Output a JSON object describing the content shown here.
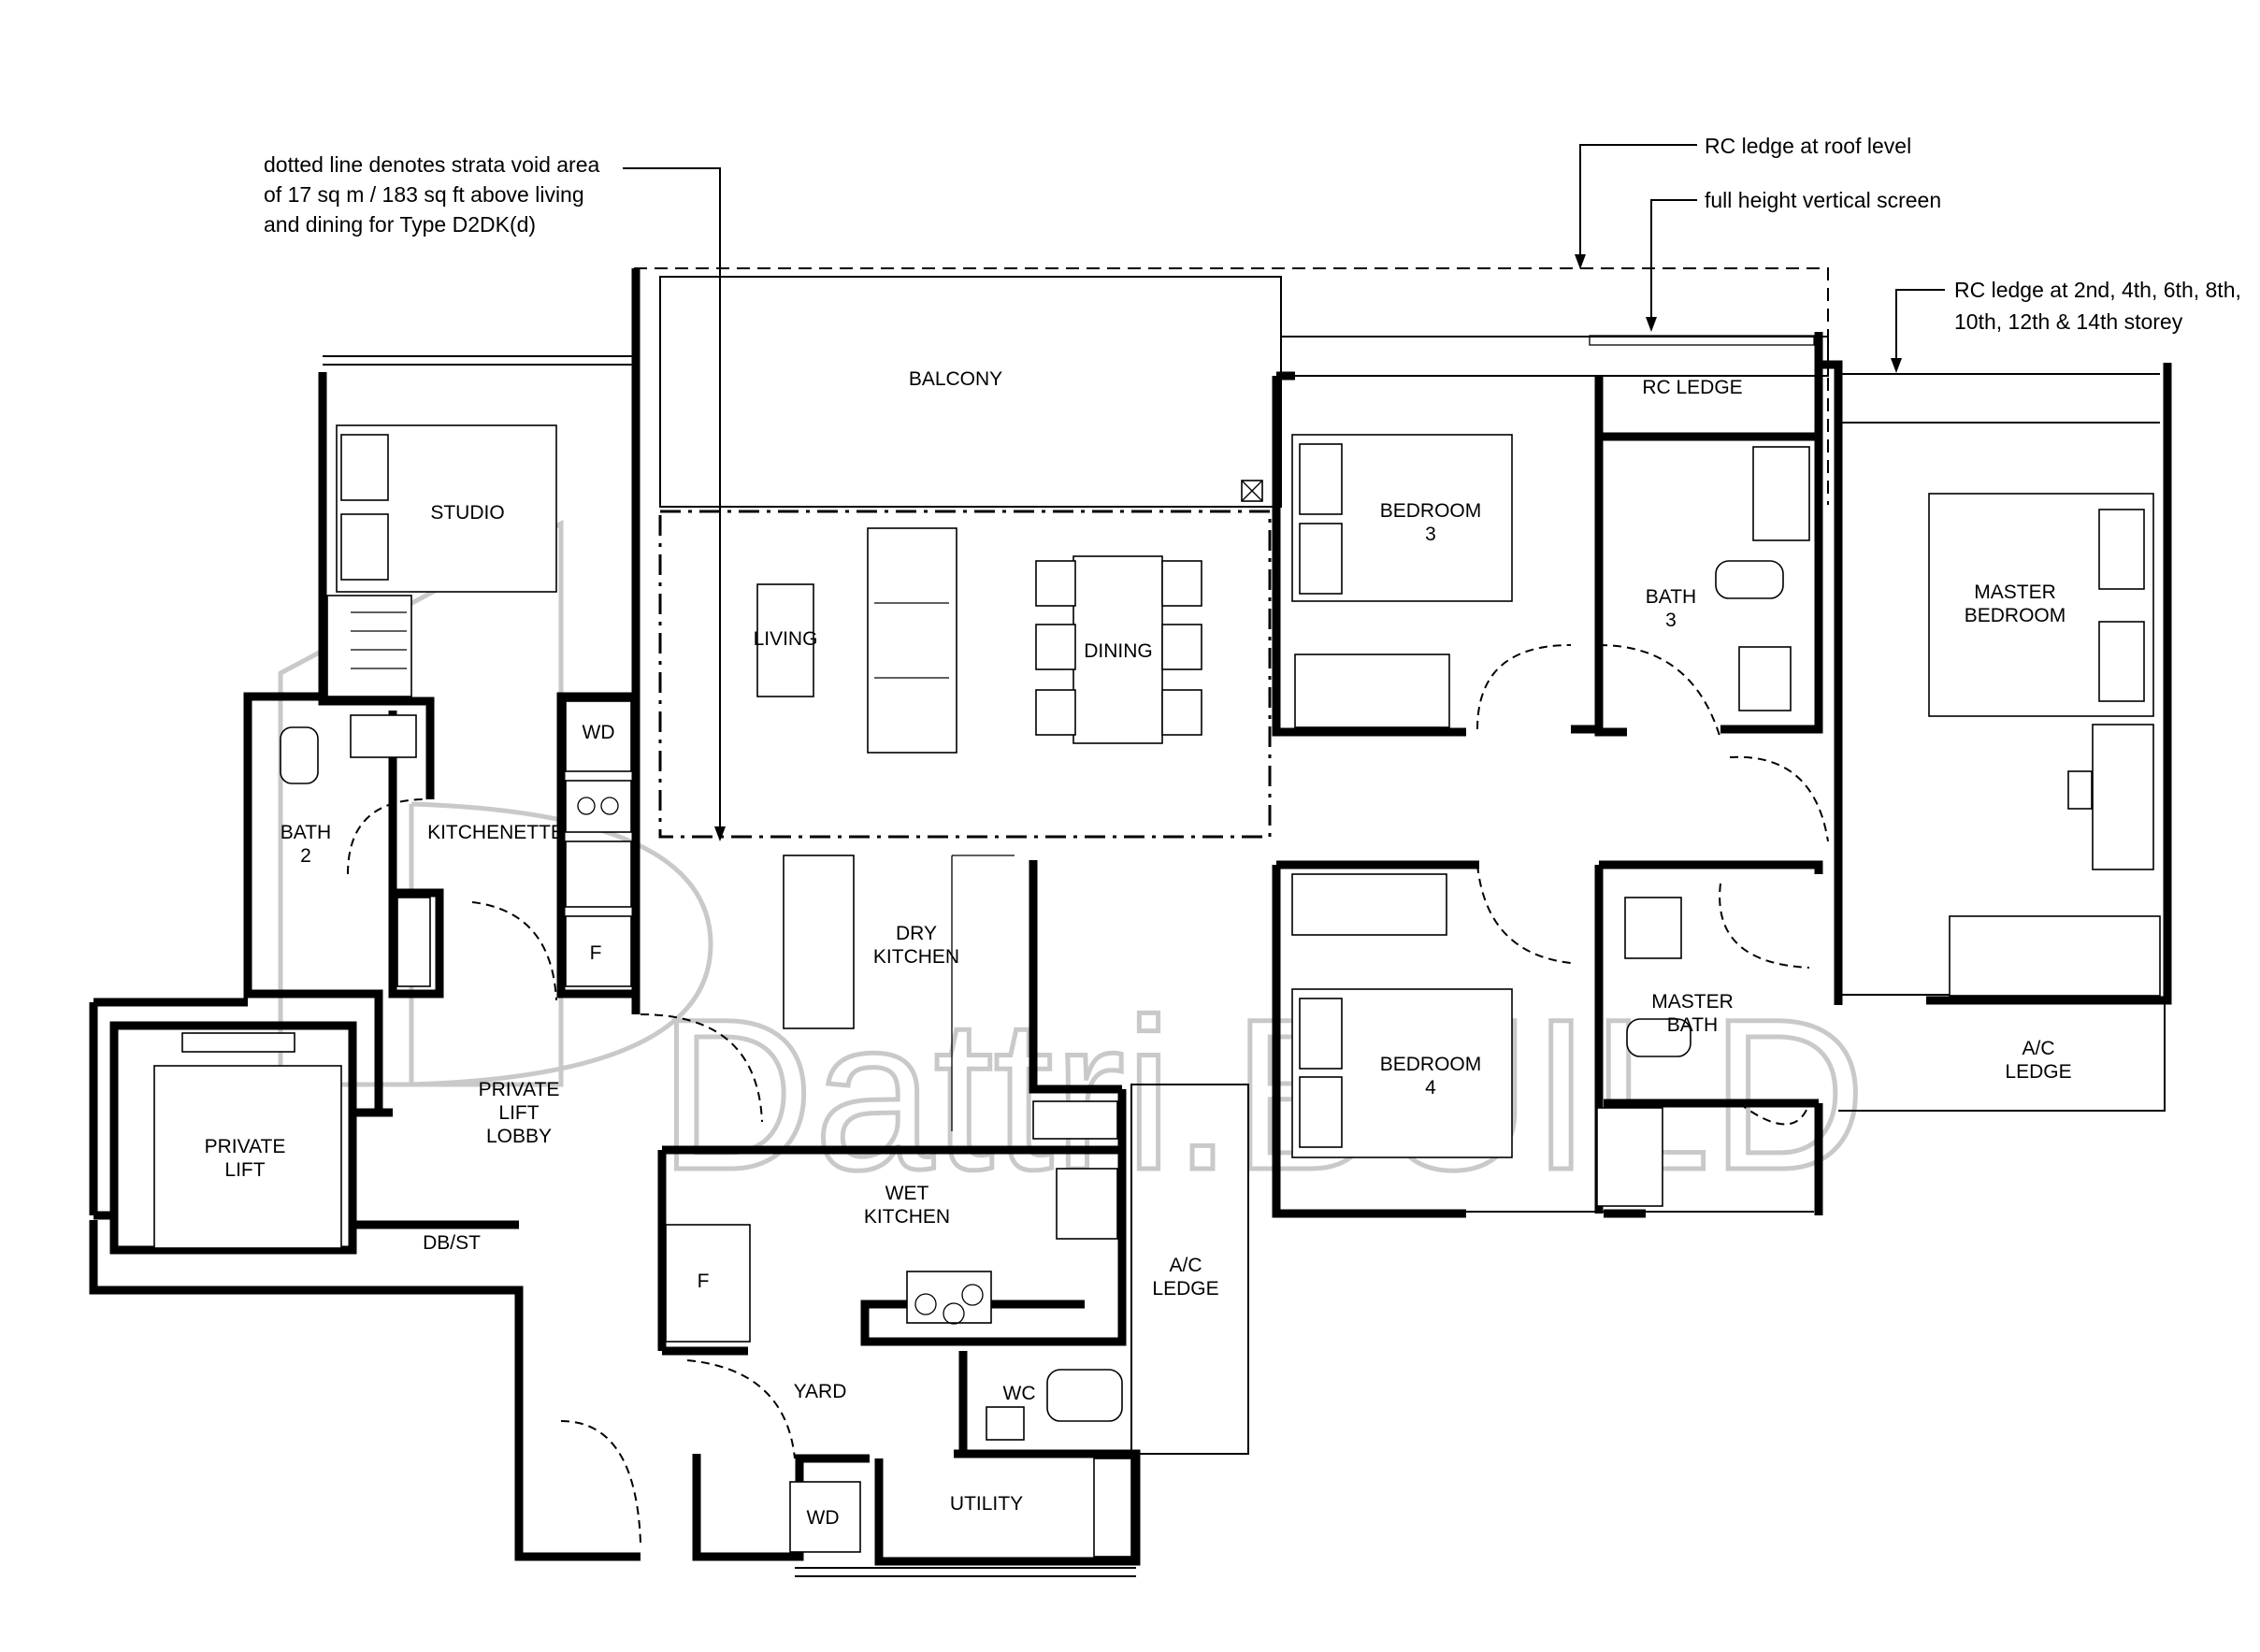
{
  "plan": {
    "rooms": {
      "balcony": "BALCONY",
      "studio": "STUDIO",
      "living": "LIVING",
      "dining": "DINING",
      "bedroom3": [
        "BEDROOM",
        "3"
      ],
      "rc_ledge": "RC LEDGE",
      "bath3": [
        "BATH",
        "3"
      ],
      "master_bedroom": [
        "MASTER",
        "BEDROOM"
      ],
      "bath2": [
        "BATH",
        "2"
      ],
      "kitchenette": "KITCHENETTE",
      "wd": "WD",
      "fridge": "F",
      "dry_kitchen": [
        "DRY",
        "KITCHEN"
      ],
      "bedroom4": [
        "BEDROOM",
        "4"
      ],
      "master_bath": [
        "MASTER",
        "BATH"
      ],
      "ac_ledge": [
        "A/C",
        "LEDGE"
      ],
      "private_lift": [
        "PRIVATE",
        "LIFT"
      ],
      "private_lift_lobby": [
        "PRIVATE",
        "LIFT",
        "LOBBY"
      ],
      "wet_kitchen": [
        "WET",
        "KITCHEN"
      ],
      "db_st": "DB/ST",
      "yard": "YARD",
      "wc": "WC",
      "utility": "UTILITY"
    },
    "notes": {
      "strata_void": [
        "dotted line denotes strata void area",
        "of 17 sq m / 183 sq ft above living",
        "and dining for Type D2DK(d)"
      ],
      "rc_ledge_roof": "RC ledge at roof level",
      "vertical_screen": "full height vertical screen",
      "rc_ledge_storey": [
        "RC ledge at 2nd, 4th, 6th, 8th,",
        "10th, 12th & 14th storey"
      ]
    },
    "watermark": "Dattri.BUILD",
    "colors": {
      "line": "#000000",
      "watermark": "#c9c9c9",
      "background": "#ffffff"
    }
  }
}
